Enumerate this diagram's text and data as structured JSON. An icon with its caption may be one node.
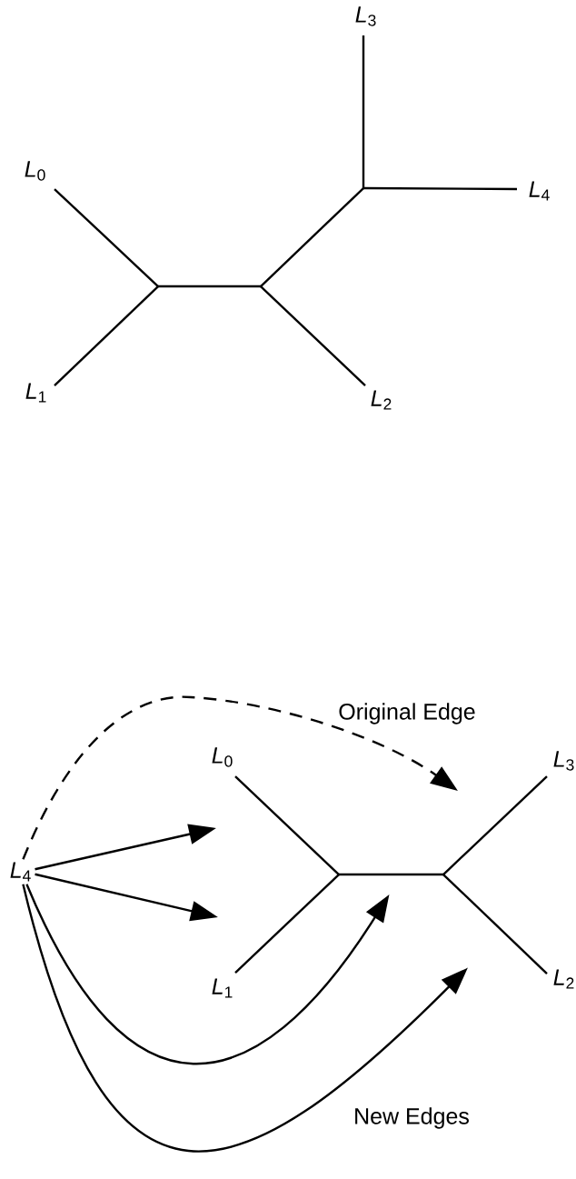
{
  "diagram": {
    "nodes": [
      {
        "text": [
          "*L*$_{4}$"
        ]
      },
      {
        "text": [],
        "shape": "line",
        "beside": [
          "*L*$_{0}$"
        ]
      },
      {
        "text": [],
        "shape": "line",
        "beside": [
          "*L*$_{1}$"
        ]
      },
      {
        "text": [],
        "shape": "line"
      },
      {
        "text": [],
        "shape": "line",
        "beside": [
          "*L*$_{3}$"
        ]
      },
      {
        "text": [],
        "shape": "line",
        "beside": [
          "*L*$_{2}$"
        ]
      }
    ],
    "edges": [
      {
        "from": 0,
        "to": 4,
        "arrow": "to",
        "style": "dashed"
      },
      {
        "from": 0,
        "to": 1,
        "arrow": "to"
      },
      {
        "from": 0,
        "to": 2,
        "arrow": "to"
      },
      {
        "from": 0,
        "to": 3,
        "arrow": "to"
      },
      {
        "from": 0,
        "to": 5,
        "arrow": "to"
      }
    ],
    "labels": [
      "*L*$_{3}$",
      "*L*$_{0}$",
      "*L*$_{4}$",
      "*L*$_{1}$",
      "*L*$_{2}$",
      "Original Edge",
      "New Edges"
    ]
  }
}
